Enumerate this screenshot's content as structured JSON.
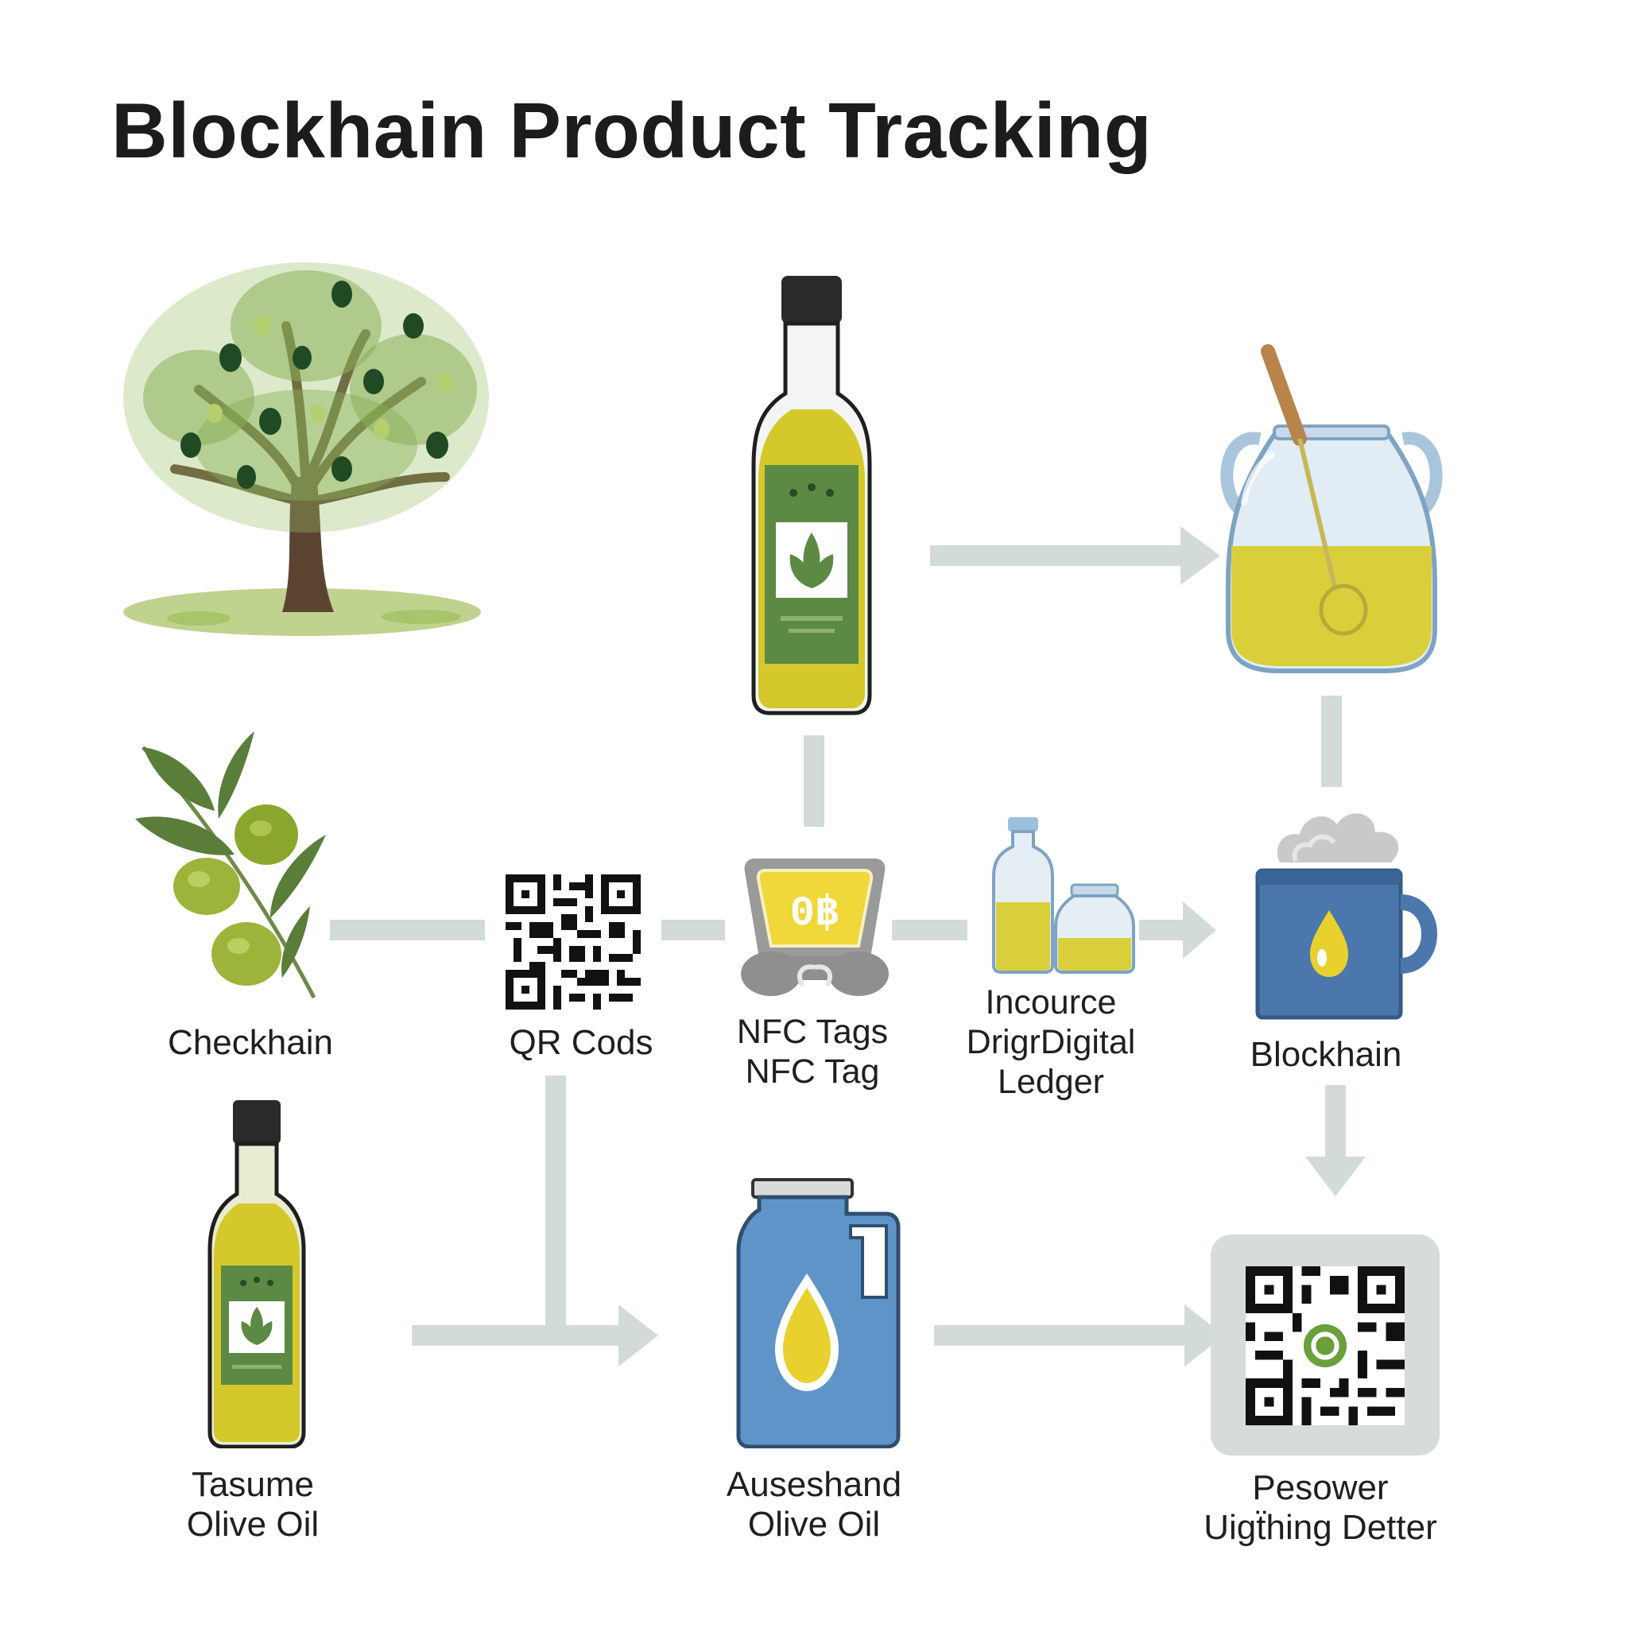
{
  "title": "Blockhain Product Tracking",
  "nodes": {
    "olive_tree": {
      "icon": "olive-tree-icon"
    },
    "top_bottle": {
      "icon": "olive-oil-bottle-icon"
    },
    "jar": {
      "icon": "glass-jar-with-ladle-icon"
    },
    "olive_branch": {
      "icon": "olive-branch-icon",
      "label": "Checkhain"
    },
    "qr_code": {
      "icon": "qr-code-icon",
      "label": "QR Cods"
    },
    "nfc_tag": {
      "icon": "nfc-tag-icon",
      "badge": "0฿",
      "label_lines": [
        "NFC Tags",
        "NFC Tag"
      ]
    },
    "ledger": {
      "icon": "bottles-icon",
      "label_lines": [
        "Incource",
        "DrigrDigital",
        "Ledger"
      ]
    },
    "blockchain": {
      "icon": "mug-with-drop-icon",
      "label": "Blockhain"
    },
    "bottom_bottle": {
      "icon": "olive-oil-bottle-icon",
      "label_lines": [
        "Tasume",
        "Olive Oil"
      ]
    },
    "jug": {
      "icon": "oil-jug-icon",
      "label_lines": [
        "Auseshand",
        "Olive Oil"
      ]
    },
    "verify_qr": {
      "icon": "verification-qr-code-icon",
      "label_lines": [
        "Pesower",
        "Uigẗhing Detter"
      ]
    }
  },
  "colors": {
    "connector": "#d3dbd9",
    "oil": "#d4c82a",
    "leaf_green": "#5f9a3e",
    "label_green": "#5c8a44",
    "jug_blue": "#5f94c8",
    "mug_blue": "#4b77ad"
  }
}
